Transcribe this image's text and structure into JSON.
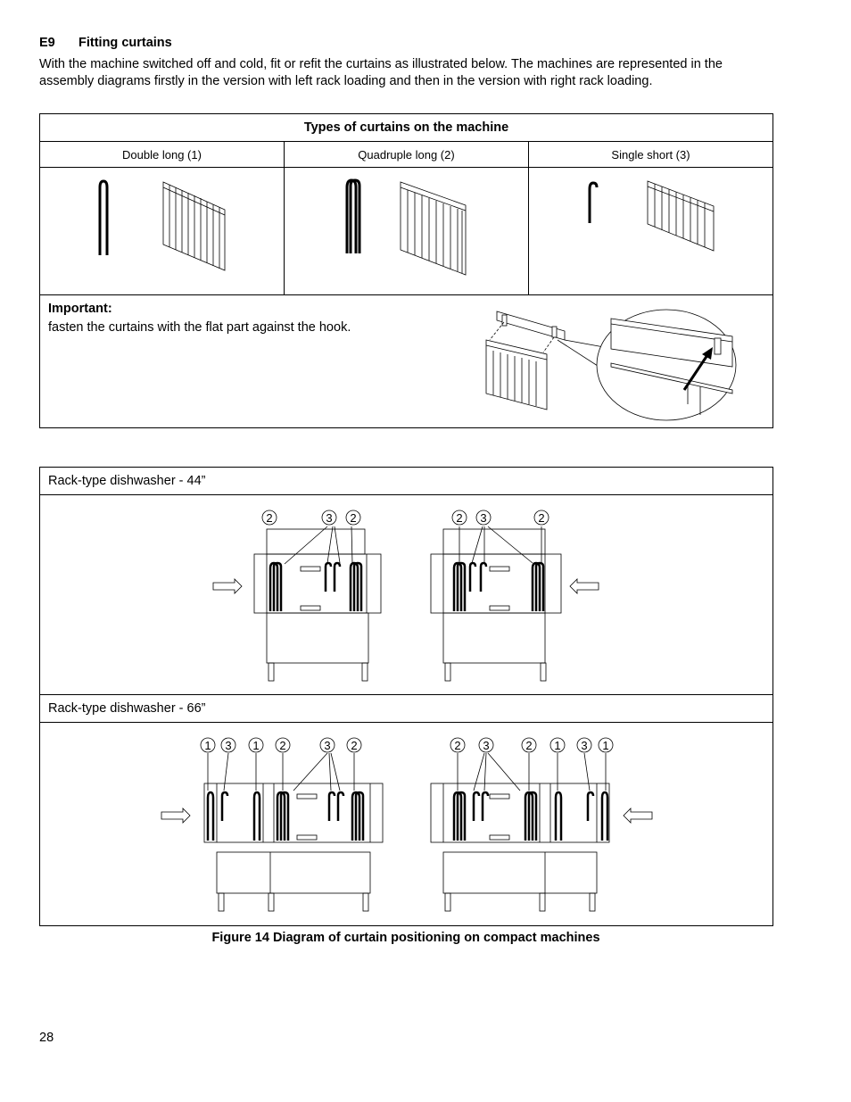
{
  "section": {
    "number": "E9",
    "title": "Fitting curtains",
    "intro": "With the machine switched off and cold, fit or refit the curtains as illustrated below. The machines are represented in the assembly diagrams firstly in the version with left rack loading and then in the version with right rack loading."
  },
  "types_table": {
    "title": "Types of curtains on the machine",
    "columns": [
      "Double long (1)",
      "Quadruple long (2)",
      "Single short (3)"
    ],
    "important_title": "Important:",
    "important_text": "fasten the curtains with the flat part against the hook."
  },
  "rack_table": {
    "row1_label": "Rack-type dishwasher - 44”",
    "row2_label": "Rack-type dishwasher - 66”",
    "callouts_44_left": [
      "2",
      "3",
      "2"
    ],
    "callouts_44_right": [
      "2",
      "3",
      "2"
    ],
    "callouts_66_left": [
      "1",
      "3",
      "1",
      "2",
      "3",
      "2"
    ],
    "callouts_66_right": [
      "2",
      "3",
      "2",
      "1",
      "3",
      "1"
    ]
  },
  "figure_caption": "Figure 14 Diagram of curtain positioning on compact machines",
  "page_number": "28"
}
